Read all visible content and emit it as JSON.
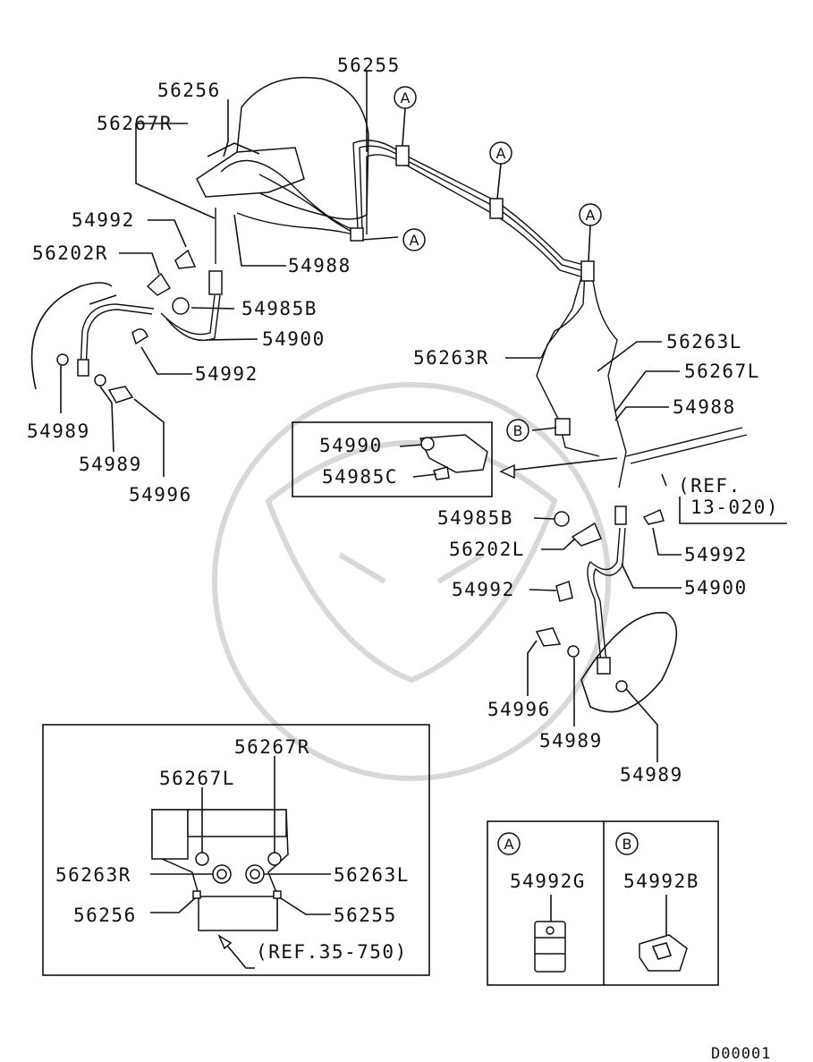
{
  "main_labels": {
    "p56255": "56255",
    "p56256": "56256",
    "p56267R": "56267R",
    "p54992_a": "54992",
    "p56202R": "56202R",
    "p54988_a": "54988",
    "p54985B_a": "54985B",
    "p54900_a": "54900",
    "p54992_b": "54992",
    "p54989_a": "54989",
    "p54989_b": "54989",
    "p54996_a": "54996",
    "p56263L": "56263L",
    "p56263R": "56263R",
    "p56267L": "56267L",
    "p54988_b": "54988",
    "p54990": "54990",
    "p54985C": "54985C",
    "ref_13_020_a": "(REF.",
    "ref_13_020_b": "13-020)",
    "p54985B_b": "54985B",
    "p56202L": "56202L",
    "p54992_c": "54992",
    "p54992_d": "54992",
    "p54900_b": "54900",
    "p54996_b": "54996",
    "p54989_c": "54989",
    "p54989_d": "54989"
  },
  "callouts": {
    "A": "A",
    "B": "B"
  },
  "abs_inset": {
    "p56267R": "56267R",
    "p56267L": "56267L",
    "p56263R": "56263R",
    "p56263L": "56263L",
    "p56256": "56256",
    "p56255": "56255",
    "ref": "(REF.35-750)"
  },
  "clip_legend": {
    "a_label": "A",
    "a_part": "54992G",
    "b_label": "B",
    "b_part": "54992B"
  },
  "diagram_code": "D00001"
}
